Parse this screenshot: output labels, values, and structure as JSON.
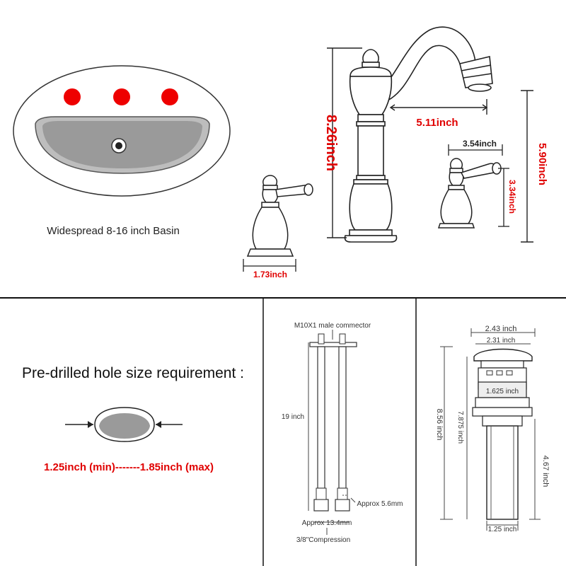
{
  "basin": {
    "caption": "Widespread 8-16 inch Basin",
    "hole_color": "#ee0000",
    "bowl_color": "#9a9a9a"
  },
  "faucet": {
    "height": "8.26inch",
    "reach": "5.11inch",
    "handle_height_total": "5.90inch",
    "handle_width": "3.54inch",
    "handle_height": "3.34inch",
    "base_width": "1.73inch"
  },
  "holes": {
    "title": "Pre-drilled hole size requirement :",
    "range": "1.25inch (min)-------1.85inch (max)"
  },
  "hose": {
    "connector": "M10X1 male commector",
    "length": "19 inch",
    "inner": "Approx 5.6mm",
    "outer": "Approx 13.4mm",
    "fitting": "3/8\"Compression"
  },
  "drain": {
    "cap_width": "2.43 inch",
    "cap_inner_width": "2.31 inch",
    "thread_width": "1.625 inch",
    "total_height": "8.56 inch",
    "body_height": "7.875 inch",
    "tail_height": "4.67 inch",
    "tail_width": "1.25 inch"
  },
  "colors": {
    "accent_red": "#e00000",
    "line": "#222222"
  }
}
